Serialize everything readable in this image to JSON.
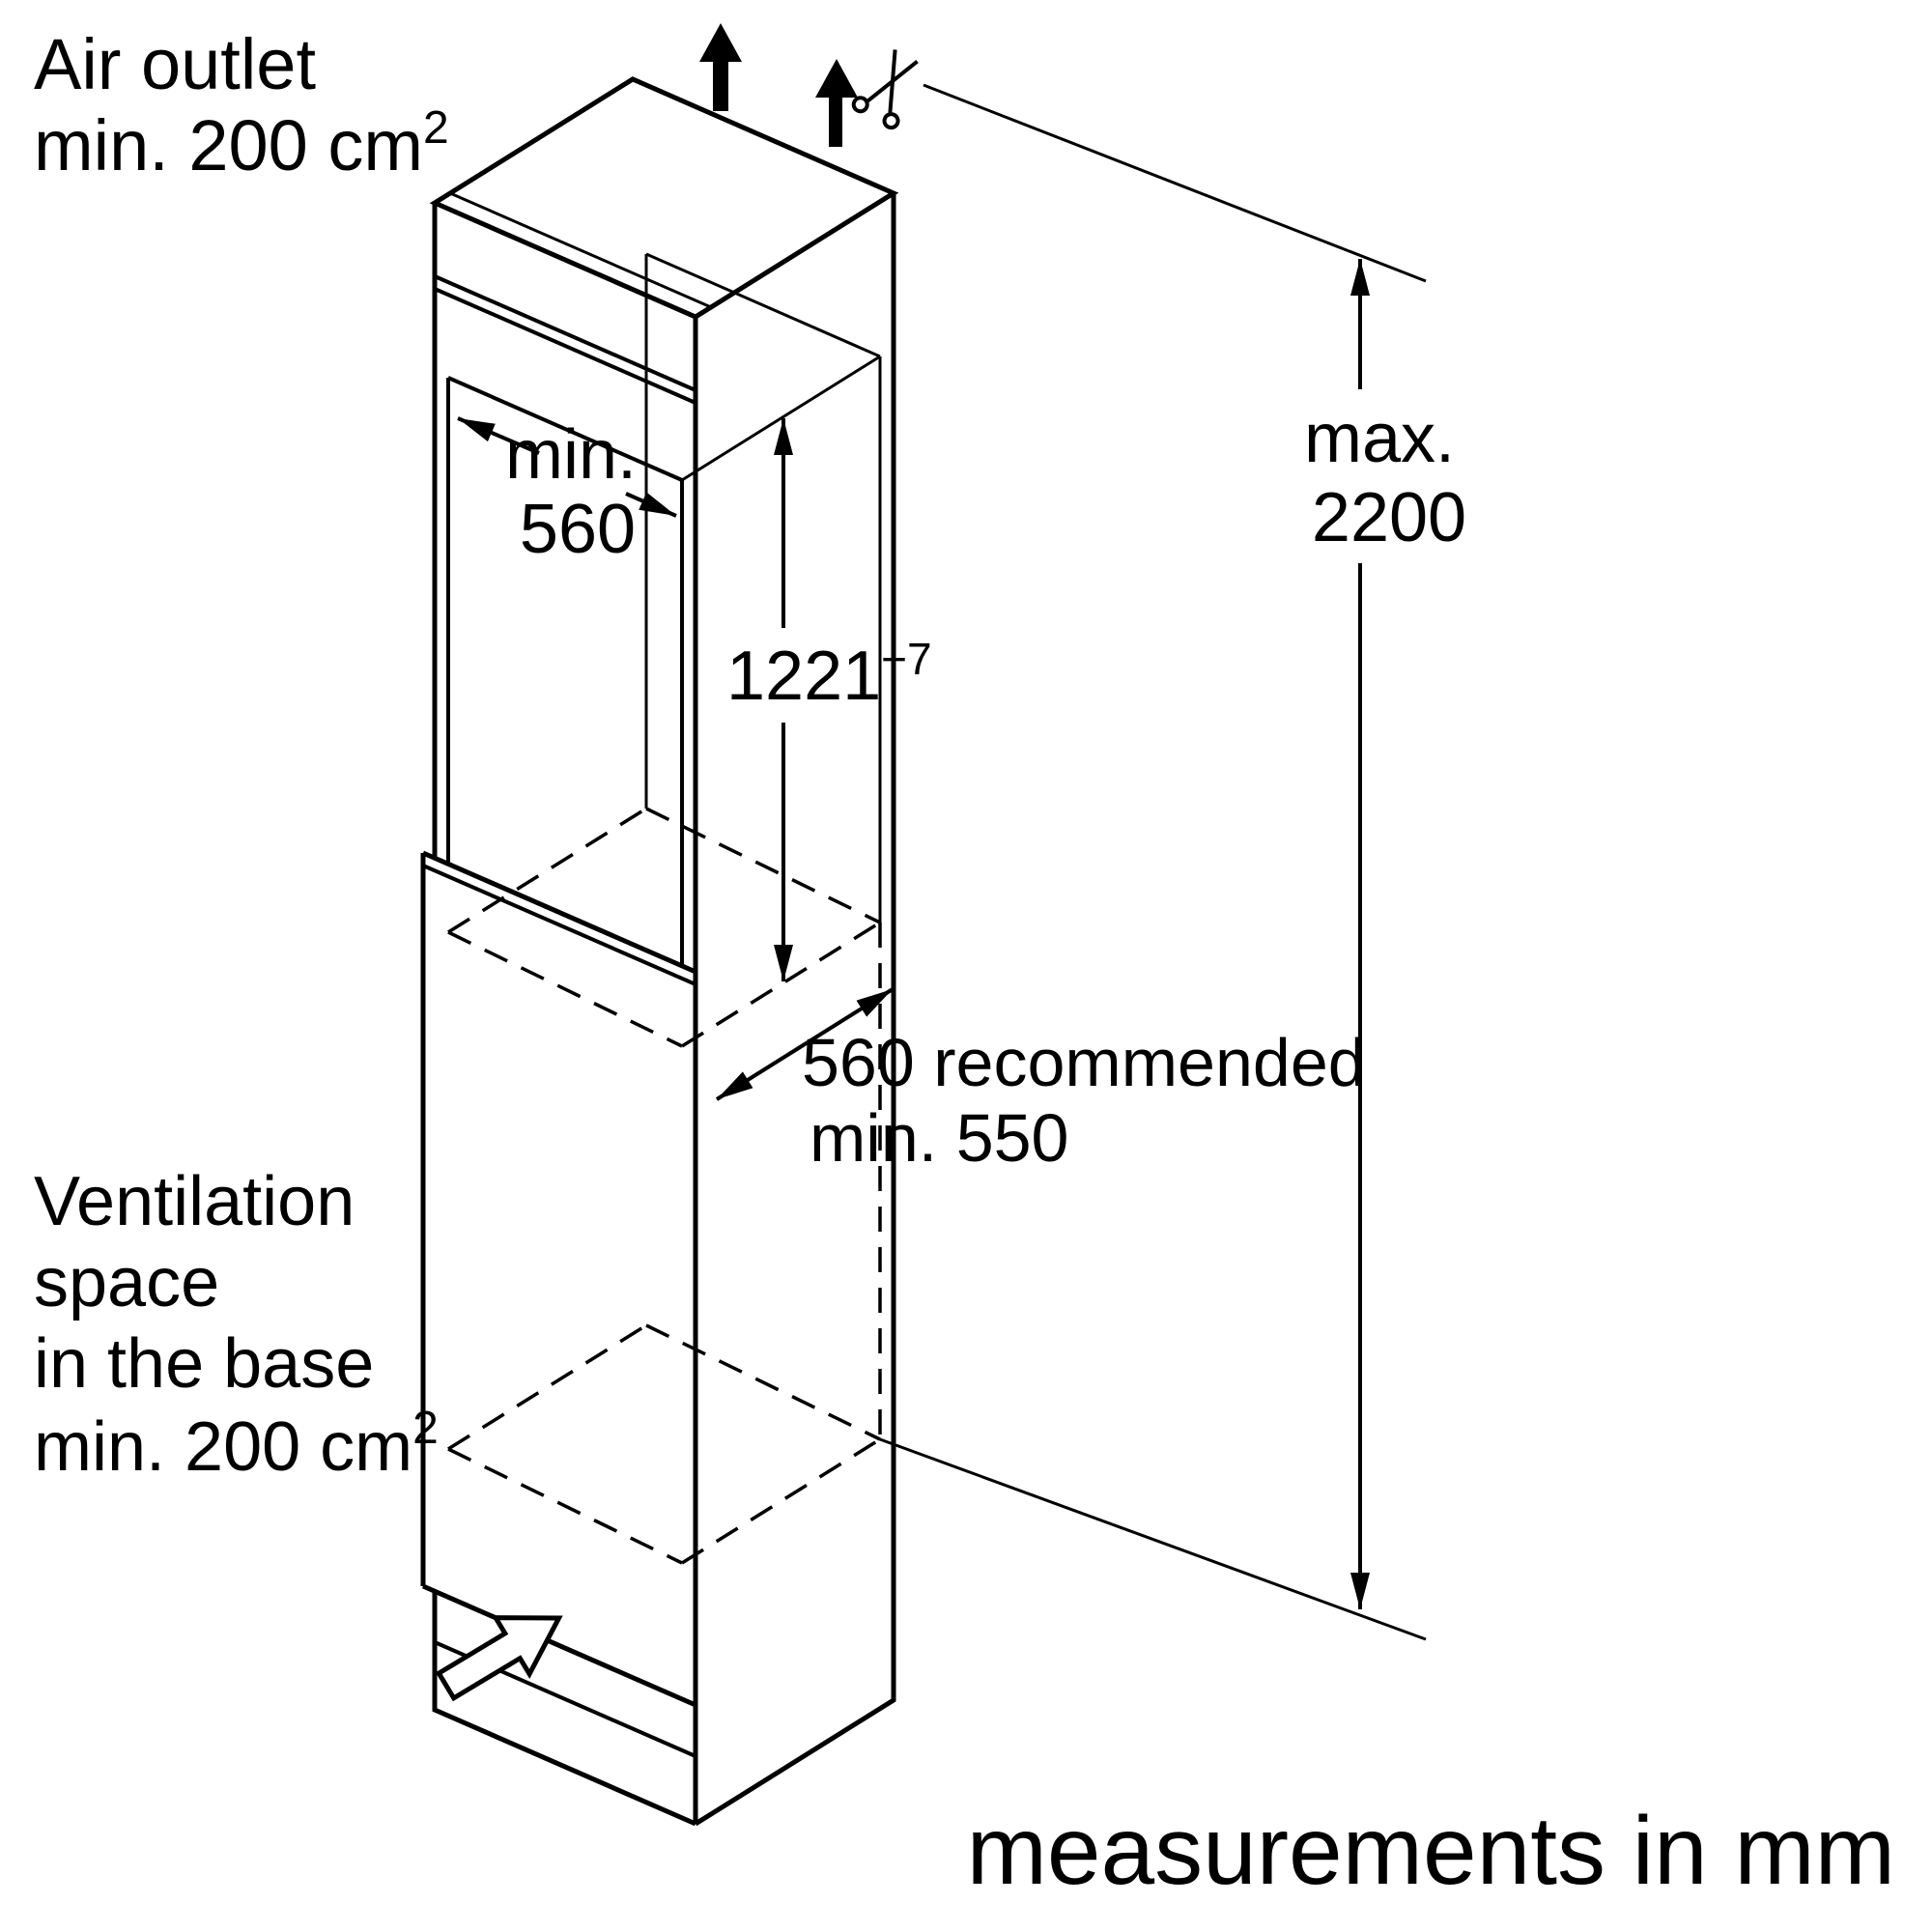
{
  "diagram": {
    "air_outlet": {
      "line1": "Air outlet",
      "line2_base": "min. 200 cm",
      "line2_sup": "2"
    },
    "ventilation": {
      "line1": "Ventilation",
      "line2": "space",
      "line3": "in the base",
      "line4_base": "min. 200 cm",
      "line4_sup": "2"
    },
    "niche_width": {
      "line1": "min.",
      "line2": "560"
    },
    "niche_height": {
      "base": "1221",
      "sup": "+7"
    },
    "depth": {
      "line1": "560 recommended",
      "line2": "min. 550"
    },
    "max_height": {
      "line1": "max.",
      "line2": "2200"
    },
    "footer": "measurements in mm",
    "colors": {
      "line": "#000000",
      "background": "#ffffff"
    }
  }
}
